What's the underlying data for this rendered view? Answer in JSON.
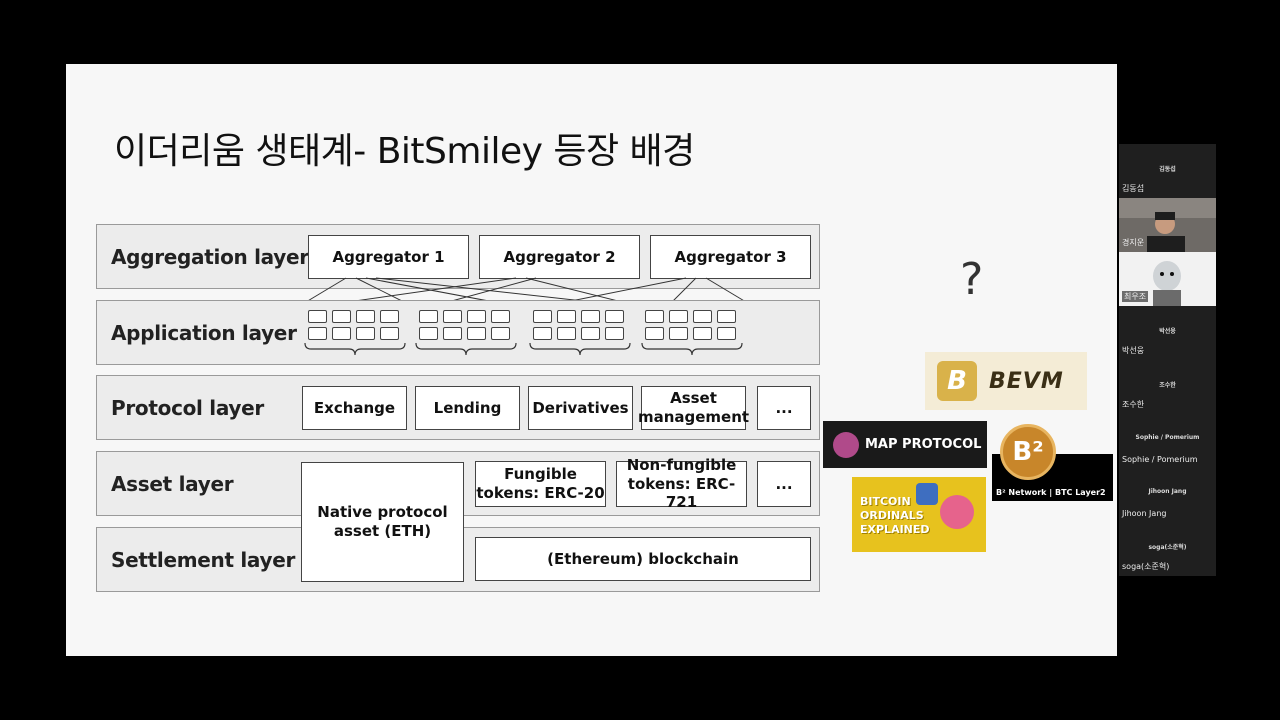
{
  "slide": {
    "title": "이더리움 생태계- BitSmiley 등장 배경",
    "layers": [
      {
        "label": "Aggregation layer"
      },
      {
        "label": "Application layer"
      },
      {
        "label": "Protocol layer"
      },
      {
        "label": "Asset layer"
      },
      {
        "label": "Settlement layer"
      }
    ],
    "aggregators": [
      "Aggregator 1",
      "Aggregator 2",
      "Aggregator 3"
    ],
    "protocols": [
      "Exchange",
      "Lending",
      "Derivatives",
      "Asset management",
      "..."
    ],
    "assets": {
      "native": "Native protocol asset (ETH)",
      "fungible": "Fungible tokens: ERC-20",
      "nonfungible": "Non-fungible tokens: ERC-721",
      "more": "..."
    },
    "settlement": "(Ethereum) blockchain",
    "question": "?",
    "logos": {
      "bevm": {
        "mark": "B",
        "text": "BEVM"
      },
      "map": {
        "text": "MAP PROTOCOL"
      },
      "b2": {
        "mark": "B²",
        "text": "B² Network | BTC Layer2"
      },
      "ordinals": {
        "text": "BITCOIN\nORDINALS\nEXPLAINED"
      }
    }
  },
  "participants": [
    {
      "name": "김동섭",
      "center": "김동섭",
      "video": false
    },
    {
      "name": "경지운",
      "center": "",
      "video": true
    },
    {
      "name": "최우조",
      "center": "",
      "video": true
    },
    {
      "name": "박선웅",
      "center": "박선웅",
      "video": false
    },
    {
      "name": "조수한",
      "center": "조수한",
      "video": false
    },
    {
      "name": "Sophie / Pomerium",
      "center": "Sophie / Pomerium",
      "video": false
    },
    {
      "name": "Jihoon Jang",
      "center": "Jihoon Jang",
      "video": false
    },
    {
      "name": "soga(소준혁)",
      "center": "soga(소준혁)",
      "video": false
    }
  ]
}
